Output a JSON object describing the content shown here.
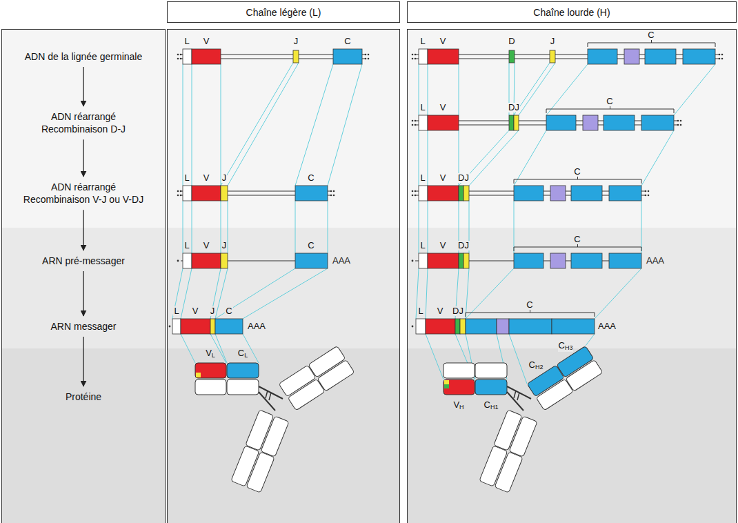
{
  "diagram": {
    "nodes": [
      {
        "text": [
          "Chaîne légère (L)"
        ]
      },
      {
        "text": [
          "Chaîne lourde (H)"
        ]
      },
      {
        "text": [
          "ADN de la lignée germinale"
        ]
      },
      {
        "text": [
          "ADN réarrangé",
          "Recombinaison D-J"
        ]
      },
      {
        "text": [
          "ADN réarrangé",
          "Recombinaison V-J ou V-DJ"
        ]
      },
      {
        "text": [
          "ARN pré-messager"
        ]
      },
      {
        "text": [
          "ARN messager"
        ]
      },
      {
        "text": [
          "Protéine"
        ]
      }
    ],
    "edges": [
      {
        "from": 2,
        "to": 3,
        "arrow": "to"
      },
      {
        "from": 3,
        "to": 4,
        "arrow": "to"
      },
      {
        "from": 4,
        "to": 5,
        "arrow": "to"
      },
      {
        "from": 5,
        "to": 6,
        "arrow": "to"
      },
      {
        "from": 6,
        "to": 7,
        "arrow": "to"
      }
    ],
    "labels": [
      "L",
      "V",
      "J",
      "C",
      "L",
      "V",
      "J",
      "C",
      "L",
      "V",
      "J",
      "C",
      "AAA",
      "L",
      "V",
      "J",
      "C",
      "AAA",
      "VL",
      "CL",
      "L",
      "V",
      "D",
      "J",
      "C",
      "L",
      "V",
      "DJ",
      "C",
      "L",
      "V",
      "DJ",
      "C",
      "L",
      "V",
      "DJ",
      "C",
      "AAA",
      "L",
      "V",
      "DJ",
      "C",
      "AAA",
      "VH",
      "CH1",
      "CH2",
      "CH3"
    ]
  }
}
